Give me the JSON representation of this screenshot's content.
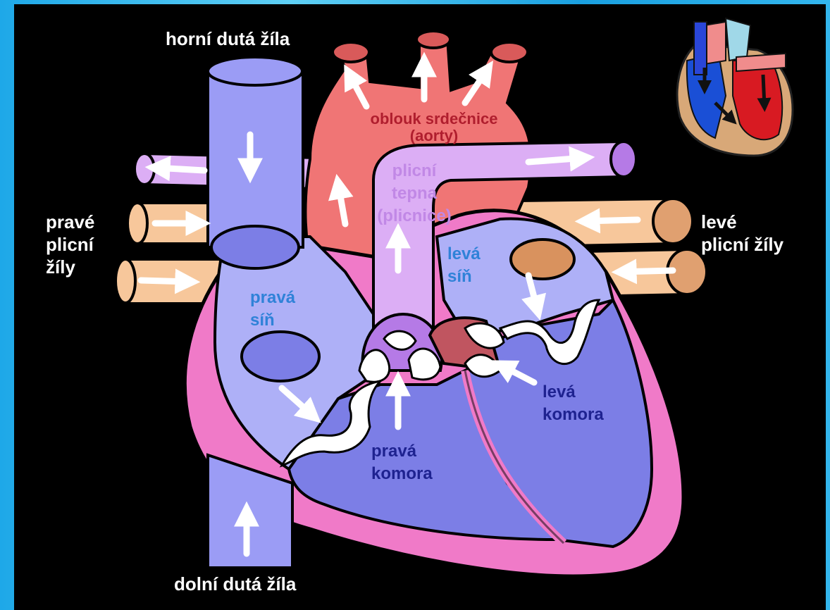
{
  "labels": {
    "superior_vena_cava": "horní dutá žíla",
    "inferior_vena_cava": "dolní dutá žíla",
    "aortic_arch_line1": "oblouk srdečnice",
    "aortic_arch_line2": "(aorty)",
    "pulmonary_artery_line1": "plicní",
    "pulmonary_artery_line2": "tepna",
    "pulmonary_artery_line3": "(plicnice)",
    "right_pulmonary_veins_line1": "pravé",
    "right_pulmonary_veins_line2": "plicní",
    "right_pulmonary_veins_line3": "žíly",
    "left_pulmonary_veins_line1": "levé",
    "left_pulmonary_veins_line2": "plicní žíly",
    "right_atrium_line1": "pravá",
    "right_atrium_line2": "síň",
    "left_atrium_line1": "levá",
    "left_atrium_line2": "síň",
    "right_ventricle_line1": "pravá",
    "right_ventricle_line2": "komora",
    "left_ventricle_line1": "levá",
    "left_ventricle_line2": "komora"
  },
  "colors": {
    "background": "#000000",
    "frame": "#1ea8e8",
    "vena_cava": "#9b9cf5",
    "aorta": "#f07575",
    "pulmonary_artery": "#dcaef5",
    "pulmonary_veins": "#f7c79b",
    "myocardium": "#f07ac8",
    "atrium": "#aeb0f7",
    "ventricle": "#7c7ee6",
    "label_white": "#ffffff",
    "label_dark_red": "#b01e2e",
    "label_purple": "#c188e6",
    "label_blue": "#2f82d8",
    "label_navy": "#1e2290"
  }
}
